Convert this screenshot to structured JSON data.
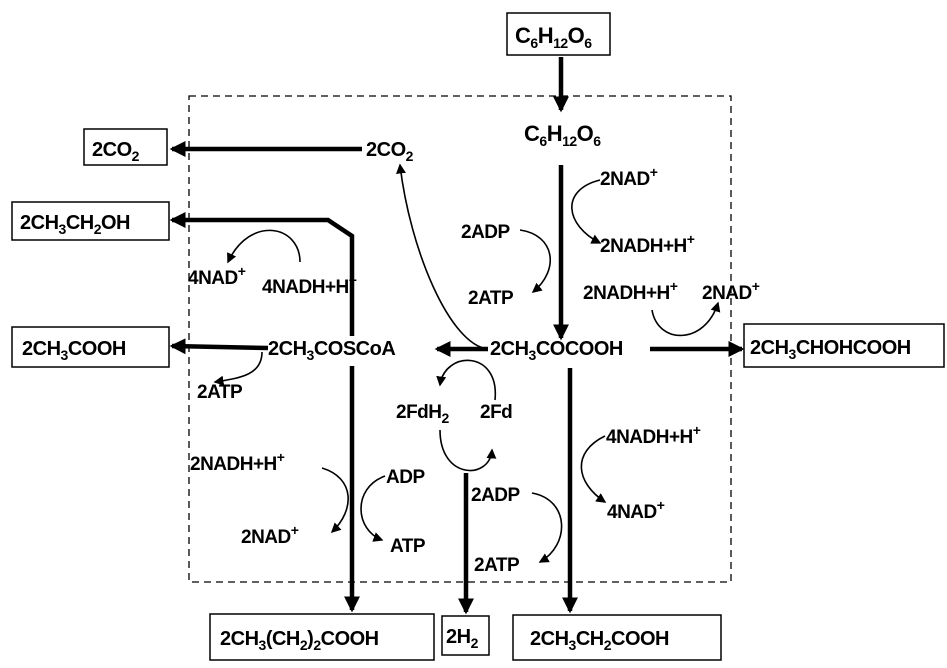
{
  "inputs": {
    "glucose_box": [
      "C",
      "6",
      "H",
      "12",
      "O",
      "6"
    ],
    "glucose": [
      "C",
      "6",
      "H",
      "12",
      "O",
      "6"
    ]
  },
  "products": {
    "co2_box": [
      "2CO",
      "2"
    ],
    "ethanol": [
      "2CH",
      "3",
      "CH",
      "2",
      "OH"
    ],
    "acetate": [
      "2CH",
      "3",
      "COOH"
    ],
    "lactate": [
      "2CH",
      "3",
      "CHOHCOOH"
    ],
    "butyrate": [
      "2CH",
      "3",
      "(CH",
      "2",
      ")",
      "2",
      "COOH"
    ],
    "hydrogen": [
      "2H",
      "2"
    ],
    "propionate": [
      "2CH",
      "3",
      "CH",
      "2",
      "COOH"
    ]
  },
  "intermediates": {
    "co2": [
      "2CO",
      "2"
    ],
    "pyruvate": [
      "2CH",
      "3",
      "COCOOH"
    ],
    "acetyl_coa": [
      "2CH",
      "3",
      "COSCoA"
    ],
    "fdh2": [
      "2FdH",
      "2"
    ],
    "fd": "2Fd"
  },
  "cofactors": {
    "glycolysis_nad": [
      "2NAD",
      "+"
    ],
    "glycolysis_nadh": [
      "2NADH+H",
      "+"
    ],
    "glycolysis_adp": "2ADP",
    "glycolysis_atp": "2ATP",
    "ethanol_nad": [
      "4NAD",
      "+"
    ],
    "ethanol_nadh": [
      "4NADH+H",
      "+"
    ],
    "lactate_nadh": [
      "2NADH+H",
      "+"
    ],
    "lactate_nad": [
      "2NAD",
      "+"
    ],
    "acetate_atp": "2ATP",
    "butyrate_nadh": [
      "2NADH+H",
      "+"
    ],
    "butyrate_adp": "ADP",
    "butyrate_nad": [
      "2NAD",
      "+"
    ],
    "butyrate_atp": "ATP",
    "propionate_nadh": [
      "4NADH+H",
      "+"
    ],
    "propionate_nad": [
      "4NAD",
      "+"
    ],
    "propionate_adp": "2ADP",
    "propionate_atp": "2ATP"
  }
}
